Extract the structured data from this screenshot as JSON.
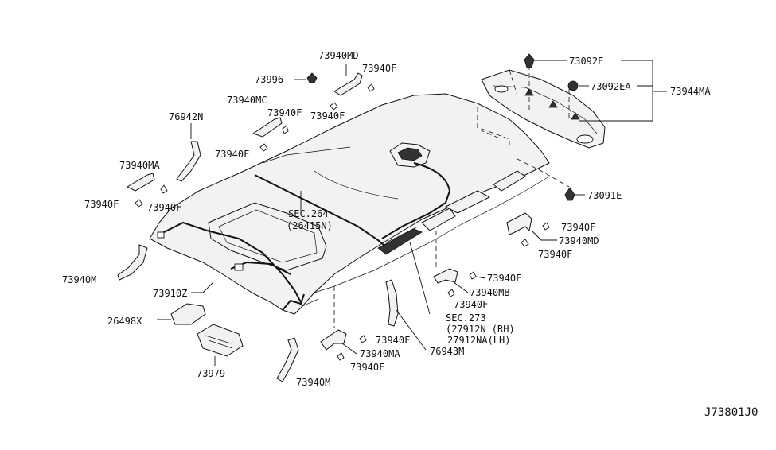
{
  "labels": {
    "l73940md_top": "73940MD",
    "l73996": "73996",
    "l73940f_top": "73940F",
    "l73940mc": "73940MC",
    "l73940f_a": "73940F",
    "l73940f_b": "73940F",
    "l76942n": "76942N",
    "l73940f_c": "73940F",
    "l73940ma_left": "73940MA",
    "l73940f_d": "73940F",
    "l73940f_e": "73940F",
    "l73092e": "73092E",
    "l73092ea": "73092EA",
    "l73944ma": "73944MA",
    "l73091e": "73091E",
    "l73940f_r1": "73940F",
    "l73940md_right": "73940MD",
    "l73940f_r2": "73940F",
    "sec264_a": "SEC.264",
    "sec264_b": "(26415N)",
    "l73940f_m1": "73940F",
    "l73940mb": "73940MB",
    "l73940f_m2": "73940F",
    "l73940m_left": "73940M",
    "l73910z": "73910Z",
    "l26498x": "26498X",
    "l73979": "73979",
    "sec273_a": "SEC.273",
    "sec273_b": "(27912N (RH)",
    "sec273_c": "27912NA(LH)",
    "l73940f_low1": "73940F",
    "l73940ma_low": "73940MA",
    "l73940f_low2": "73940F",
    "l76943m": "76943M",
    "l73940m_bottom": "73940M",
    "diagram_id": "J73801J0"
  }
}
